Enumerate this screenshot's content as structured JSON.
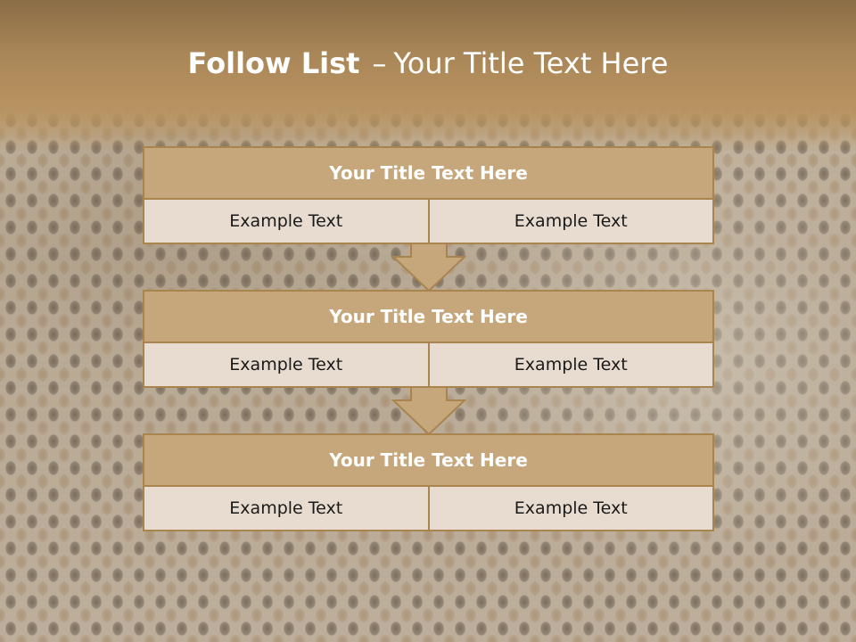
{
  "slide": {
    "title_bold": "Follow List",
    "title_dash": "–",
    "title_rest": "Your Title Text Here"
  },
  "blocks": [
    {
      "title": "Your Title Text Here",
      "left": "Example Text",
      "right": "Example Text"
    },
    {
      "title": "Your Title Text Here",
      "left": "Example Text",
      "right": "Example Text"
    },
    {
      "title": "Your Title Text Here",
      "left": "Example Text",
      "right": "Example Text"
    }
  ],
  "colors": {
    "header": "#a98658",
    "block_title_fill": "#c6a77c",
    "cell_fill": "#e7dccf",
    "border": "#a9844f",
    "arrow_fill": "#c6a77c"
  },
  "icons": {
    "connector": "down-arrow-icon"
  }
}
